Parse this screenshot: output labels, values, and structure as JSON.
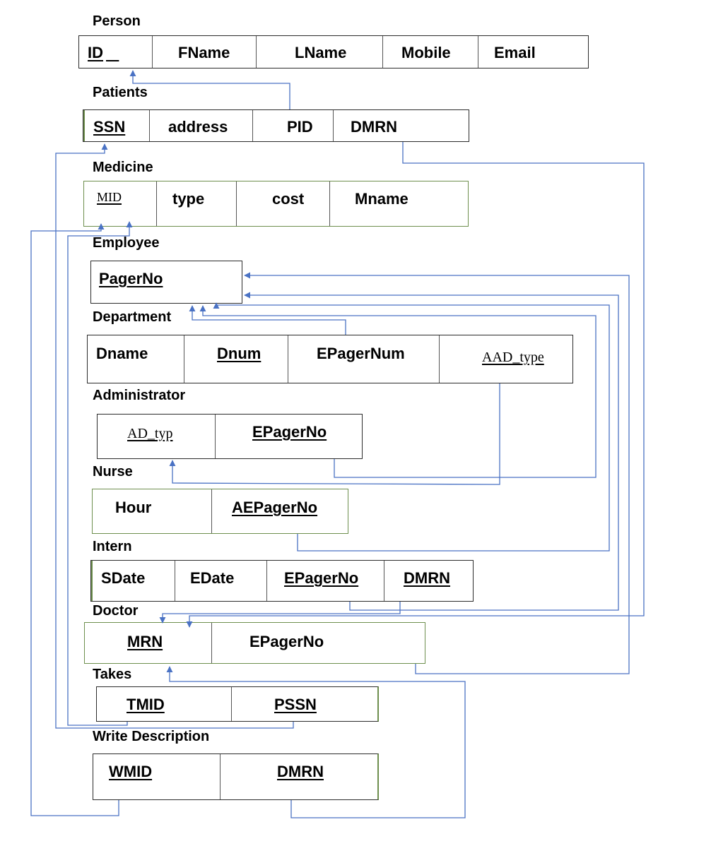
{
  "tables": {
    "person": {
      "title": "Person",
      "cols": [
        "ID",
        "FName",
        "LName",
        "Mobile",
        "Email"
      ]
    },
    "patients": {
      "title": "Patients",
      "cols": [
        "SSN",
        "address",
        "PID",
        "DMRN"
      ]
    },
    "medicine": {
      "title": "Medicine",
      "cols": [
        "MID",
        "type",
        "cost",
        "Mname"
      ]
    },
    "employee": {
      "title": "Employee",
      "cols": [
        "PagerNo"
      ]
    },
    "department": {
      "title": "Department",
      "cols": [
        "Dname",
        "Dnum",
        "EPagerNum",
        "AAD_type"
      ]
    },
    "administrator": {
      "title": "Administrator",
      "cols": [
        "AD_typ",
        "EPagerNo"
      ]
    },
    "nurse": {
      "title": "Nurse",
      "cols": [
        "Hour",
        "AEPagerNo"
      ]
    },
    "intern": {
      "title": "Intern",
      "cols": [
        "SDate",
        "EDate",
        "EPagerNo",
        "DMRN"
      ]
    },
    "doctor": {
      "title": "Doctor",
      "cols": [
        "MRN",
        "EPagerNo"
      ]
    },
    "takes": {
      "title": "Takes",
      "cols": [
        "TMID",
        "PSSN"
      ]
    },
    "write_description": {
      "title": "Write Description",
      "cols": [
        "WMID",
        "DMRN"
      ]
    }
  },
  "colors": {
    "link": "#4a72c4",
    "border": "#2b2b2b",
    "green_border": "#6e8f4e"
  }
}
